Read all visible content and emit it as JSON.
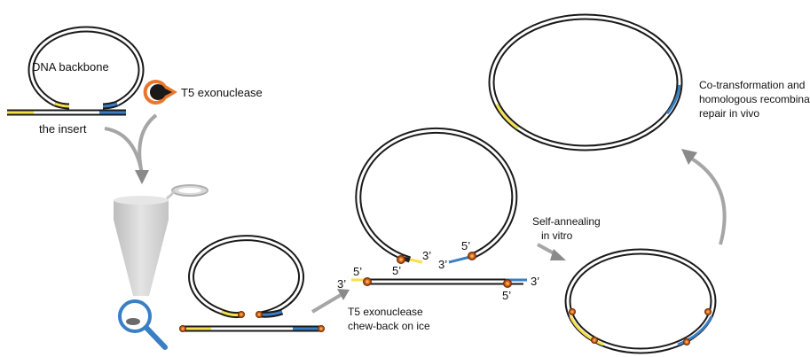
{
  "labels": {
    "backbone": "DNA backbone",
    "enzyme": "T5 exonuclease",
    "insert": "the insert",
    "chewback_line1": "T5 exonuclease",
    "chewback_line2": "chew-back on ice",
    "annealing_line1": "Self-annealing",
    "annealing_line2": "in vitro",
    "recomb_line1": "Co-transformation and",
    "recomb_line2": "homologous recombination",
    "recomb_line3": "repair in vivo"
  },
  "end_labels": {
    "ring_3prime_left": "3’",
    "ring_5prime_left": "5’",
    "ring_5prime_right": "5’",
    "ring_3prime_right": "3’",
    "insert_3prime_left": "3’",
    "insert_5prime_left": "5’",
    "insert_3prime_right": "3’",
    "insert_5prime_right": "5’"
  },
  "colors": {
    "homology_left": "#f5e14a",
    "homology_right": "#3a7fc4",
    "dna": "#1a1a1a",
    "arrow": "#a6a6a6",
    "enzyme_orange": "#e8772a",
    "tube": "#d0d0d0"
  }
}
